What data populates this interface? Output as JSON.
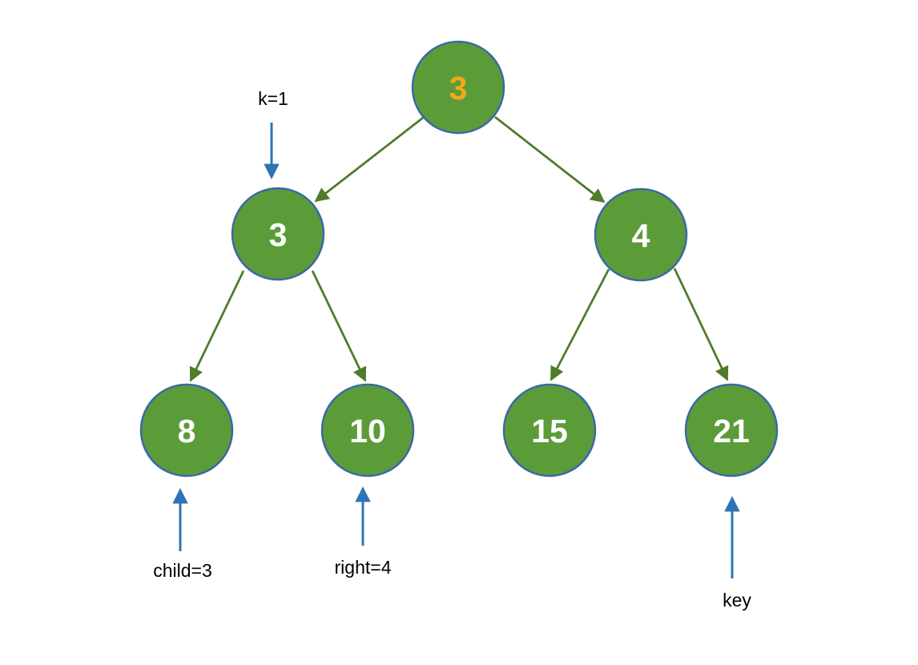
{
  "diagram": {
    "type": "binary-tree",
    "nodes": [
      "3",
      "3",
      "4",
      "8",
      "10",
      "15",
      "21"
    ],
    "edges": [
      [
        0,
        1
      ],
      [
        0,
        2
      ],
      [
        1,
        3
      ],
      [
        1,
        4
      ],
      [
        2,
        5
      ],
      [
        2,
        6
      ]
    ],
    "annotations": [
      {
        "text": "k=1",
        "arrow_direction": "down"
      },
      {
        "text": "child=3",
        "arrow_direction": "up"
      },
      {
        "text": "right=4",
        "arrow_direction": "up"
      },
      {
        "text": "key",
        "arrow_direction": "up"
      }
    ]
  },
  "colors": {
    "node_fill": "#5B9C38",
    "node_border": "#3D68A5",
    "edge_green": "#4E7C2A",
    "annotation_arrow_blue": "#2E74B5",
    "root_label_orange": "#F2A81D",
    "node_label_white": "#FFFFFF",
    "annotation_text": "#000000",
    "background": "#FFFFFF"
  }
}
